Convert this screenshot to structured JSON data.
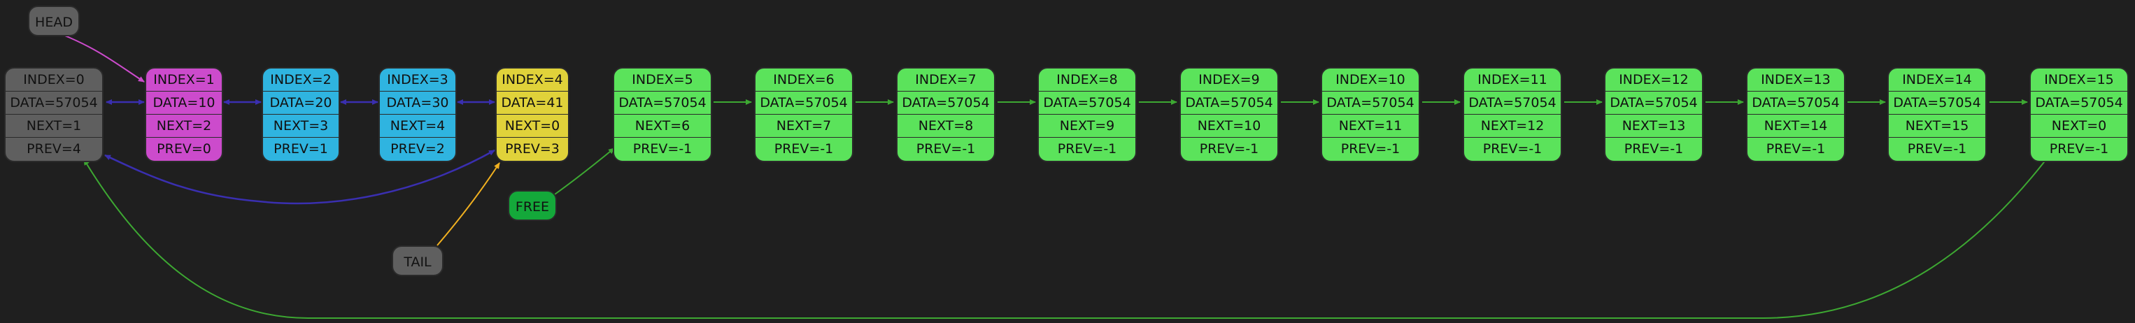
{
  "colors": {
    "background": "#1f1f1f",
    "head": "#cc4bcc",
    "used": "#2fb4e0",
    "tail": "#e0d23a",
    "free": "#5be35b",
    "sentinel": "#5f5f5f",
    "free_label": "#14a83a",
    "arrow_head": "#cc4bcc",
    "arrow_tail": "#f0b020",
    "arrow_list": "#3a2fb0",
    "arrow_free": "#3da832"
  },
  "labels": {
    "head": "HEAD",
    "tail": "TAIL",
    "free": "FREE"
  },
  "nodes": [
    {
      "index": "INDEX=0",
      "data": "DATA=57054",
      "next": "NEXT=1",
      "prev": "PREV=4",
      "kind": "sentinel"
    },
    {
      "index": "INDEX=1",
      "data": "DATA=10",
      "next": "NEXT=2",
      "prev": "PREV=0",
      "kind": "head"
    },
    {
      "index": "INDEX=2",
      "data": "DATA=20",
      "next": "NEXT=3",
      "prev": "PREV=1",
      "kind": "used"
    },
    {
      "index": "INDEX=3",
      "data": "DATA=30",
      "next": "NEXT=4",
      "prev": "PREV=2",
      "kind": "used"
    },
    {
      "index": "INDEX=4",
      "data": "DATA=41",
      "next": "NEXT=0",
      "prev": "PREV=3",
      "kind": "tail"
    },
    {
      "index": "INDEX=5",
      "data": "DATA=57054",
      "next": "NEXT=6",
      "prev": "PREV=-1",
      "kind": "free"
    },
    {
      "index": "INDEX=6",
      "data": "DATA=57054",
      "next": "NEXT=7",
      "prev": "PREV=-1",
      "kind": "free"
    },
    {
      "index": "INDEX=7",
      "data": "DATA=57054",
      "next": "NEXT=8",
      "prev": "PREV=-1",
      "kind": "free"
    },
    {
      "index": "INDEX=8",
      "data": "DATA=57054",
      "next": "NEXT=9",
      "prev": "PREV=-1",
      "kind": "free"
    },
    {
      "index": "INDEX=9",
      "data": "DATA=57054",
      "next": "NEXT=10",
      "prev": "PREV=-1",
      "kind": "free"
    },
    {
      "index": "INDEX=10",
      "data": "DATA=57054",
      "next": "NEXT=11",
      "prev": "PREV=-1",
      "kind": "free"
    },
    {
      "index": "INDEX=11",
      "data": "DATA=57054",
      "next": "NEXT=12",
      "prev": "PREV=-1",
      "kind": "free"
    },
    {
      "index": "INDEX=12",
      "data": "DATA=57054",
      "next": "NEXT=13",
      "prev": "PREV=-1",
      "kind": "free"
    },
    {
      "index": "INDEX=13",
      "data": "DATA=57054",
      "next": "NEXT=14",
      "prev": "PREV=-1",
      "kind": "free"
    },
    {
      "index": "INDEX=14",
      "data": "DATA=57054",
      "next": "NEXT=15",
      "prev": "PREV=-1",
      "kind": "free"
    },
    {
      "index": "INDEX=15",
      "data": "DATA=57054",
      "next": "NEXT=0",
      "prev": "PREV=-1",
      "kind": "free"
    }
  ]
}
